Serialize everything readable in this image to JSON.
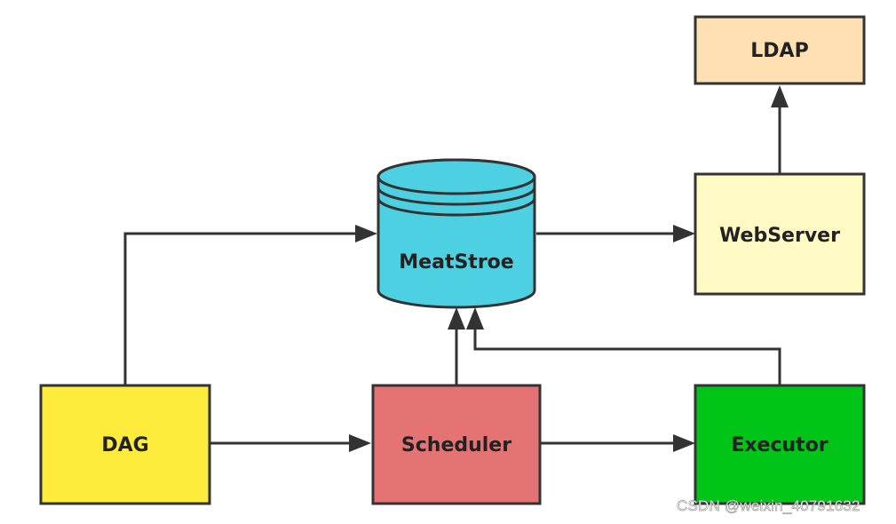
{
  "diagram": {
    "nodes": {
      "dag": {
        "label": "DAG",
        "color": "#ffeb3b"
      },
      "scheduler": {
        "label": "Scheduler",
        "color": "#e57373"
      },
      "executor": {
        "label": "Executor",
        "color": "#00c417"
      },
      "metastore": {
        "label": "MeatStroe",
        "color": "#4dd0e1"
      },
      "webserver": {
        "label": "WebServer",
        "color": "#fff9c4"
      },
      "ldap": {
        "label": "LDAP",
        "color": "#ffe0b2"
      }
    },
    "edges": [
      {
        "from": "DAG",
        "to": "MeatStroe"
      },
      {
        "from": "DAG",
        "to": "Scheduler"
      },
      {
        "from": "Scheduler",
        "to": "Executor"
      },
      {
        "from": "Scheduler",
        "to": "MeatStroe"
      },
      {
        "from": "Executor",
        "to": "MeatStroe"
      },
      {
        "from": "MeatStroe",
        "to": "WebServer"
      },
      {
        "from": "WebServer",
        "to": "LDAP"
      }
    ]
  },
  "watermark": "CSDN @weixin_40791632"
}
